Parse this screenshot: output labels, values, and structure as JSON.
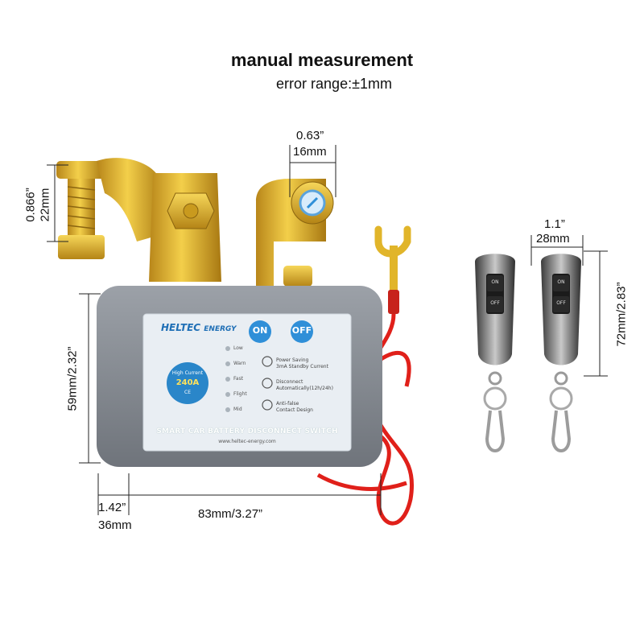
{
  "header": {
    "title": "manual measurement",
    "subtitle": "error range:±1mm"
  },
  "dimensions": {
    "terminal_width_in": "0.63”",
    "terminal_width_mm": "16mm",
    "terminal_height_in": "0.866”",
    "terminal_height_mm": "22mm",
    "box_height": "59mm/2.32”",
    "box_depth_in": "1.42”",
    "box_depth_mm": "36mm",
    "box_width": "83mm/3.27”",
    "remote_width_in": "1.1”",
    "remote_width_mm": "28mm",
    "remote_height": "72mm/2.83”"
  },
  "device": {
    "brand": "HELTEC",
    "brand_suffix": "ENERGY",
    "on_label": "ON",
    "off_label": "OFF",
    "current_label": "High Current",
    "current_value": "240A",
    "ce_mark": "CE",
    "levels": [
      "Low",
      "Warn",
      "Fast",
      "Flight",
      "Mid"
    ],
    "features": [
      {
        "line1": "Power Saving",
        "line2": "3mA Standby Current"
      },
      {
        "line1": "Disconnect",
        "line2": "Automatically(12h/24h)"
      },
      {
        "line1": "Anti-false",
        "line2": "Contact Design"
      }
    ],
    "product_name": "SMART CAR BATTERY DISCONNECT SWITCH",
    "website": "www.heltec-energy.com"
  },
  "remote": {
    "on_label": "ON",
    "off_label": "OFF"
  },
  "colors": {
    "housing": "#8a8f96",
    "panel": "#e9eef3",
    "brass": "#d9a820",
    "button_blue": "#2f8fd8",
    "wire_red": "#e0201a",
    "badge_blue": "#2a86c9"
  }
}
